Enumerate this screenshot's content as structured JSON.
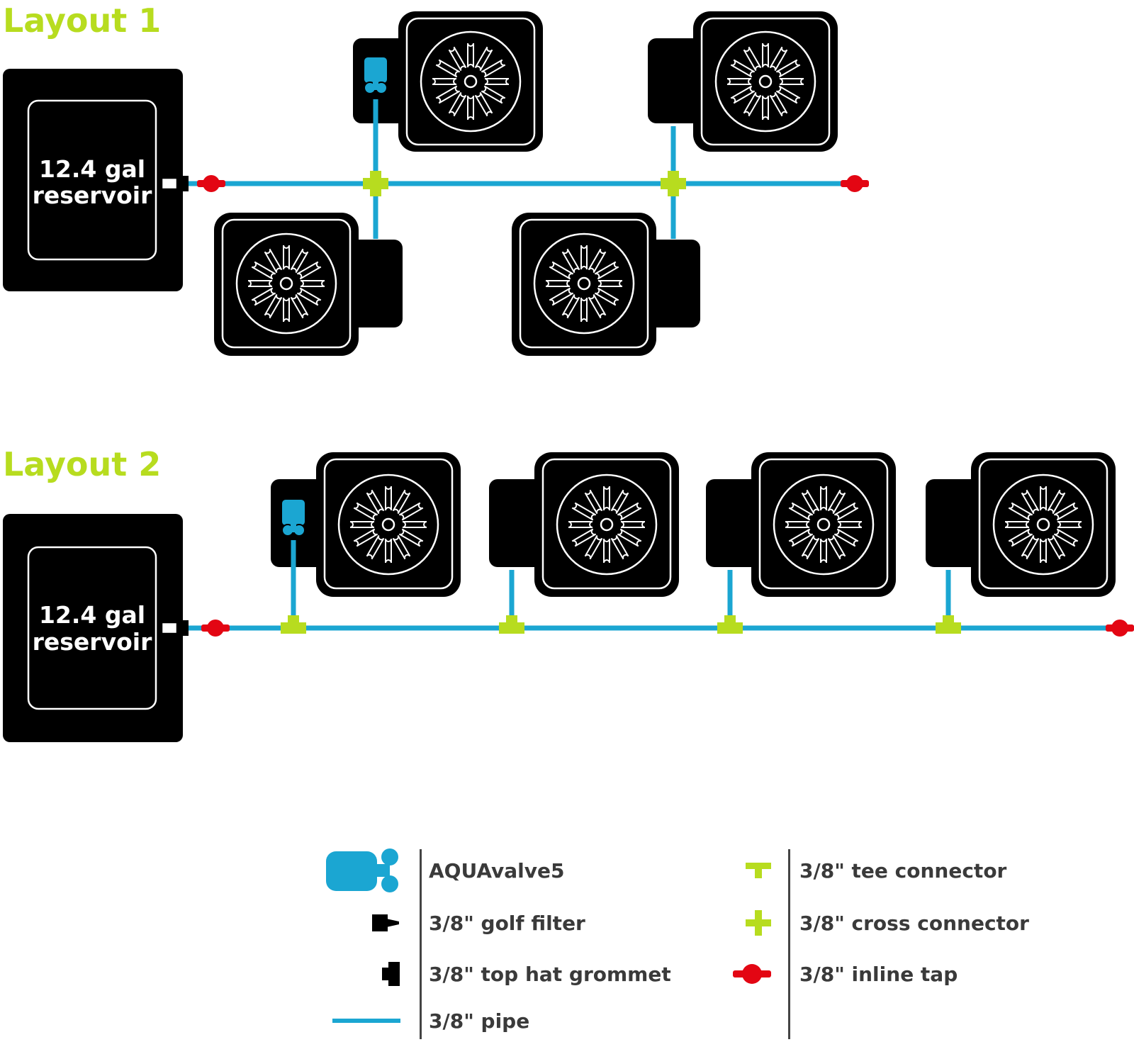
{
  "layouts": [
    {
      "title": "Layout 1",
      "reservoir": {
        "line1": "12.4 gal",
        "line2": "reservoir"
      }
    },
    {
      "title": "Layout 2",
      "reservoir": {
        "line1": "12.4 gal",
        "line2": "reservoir"
      }
    }
  ],
  "legend": {
    "items": [
      {
        "icon": "aquavalve-icon",
        "label": "AQUAvalve5"
      },
      {
        "icon": "golf-filter-icon",
        "label": "3/8\" golf filter"
      },
      {
        "icon": "top-hat-grommet-icon",
        "label": "3/8\" top hat grommet"
      },
      {
        "icon": "pipe-icon",
        "label": "3/8\" pipe"
      },
      {
        "icon": "tee-connector-icon",
        "label": "3/8\" tee connector"
      },
      {
        "icon": "cross-connector-icon",
        "label": "3/8\" cross connector"
      },
      {
        "icon": "inline-tap-icon",
        "label": "3/8\" inline tap"
      }
    ]
  },
  "colors": {
    "pipe": "#1ba6d2",
    "connector": "#b7dc1f",
    "tap": "#e30613",
    "pot": "#000000",
    "text": "#3a3a3a"
  }
}
